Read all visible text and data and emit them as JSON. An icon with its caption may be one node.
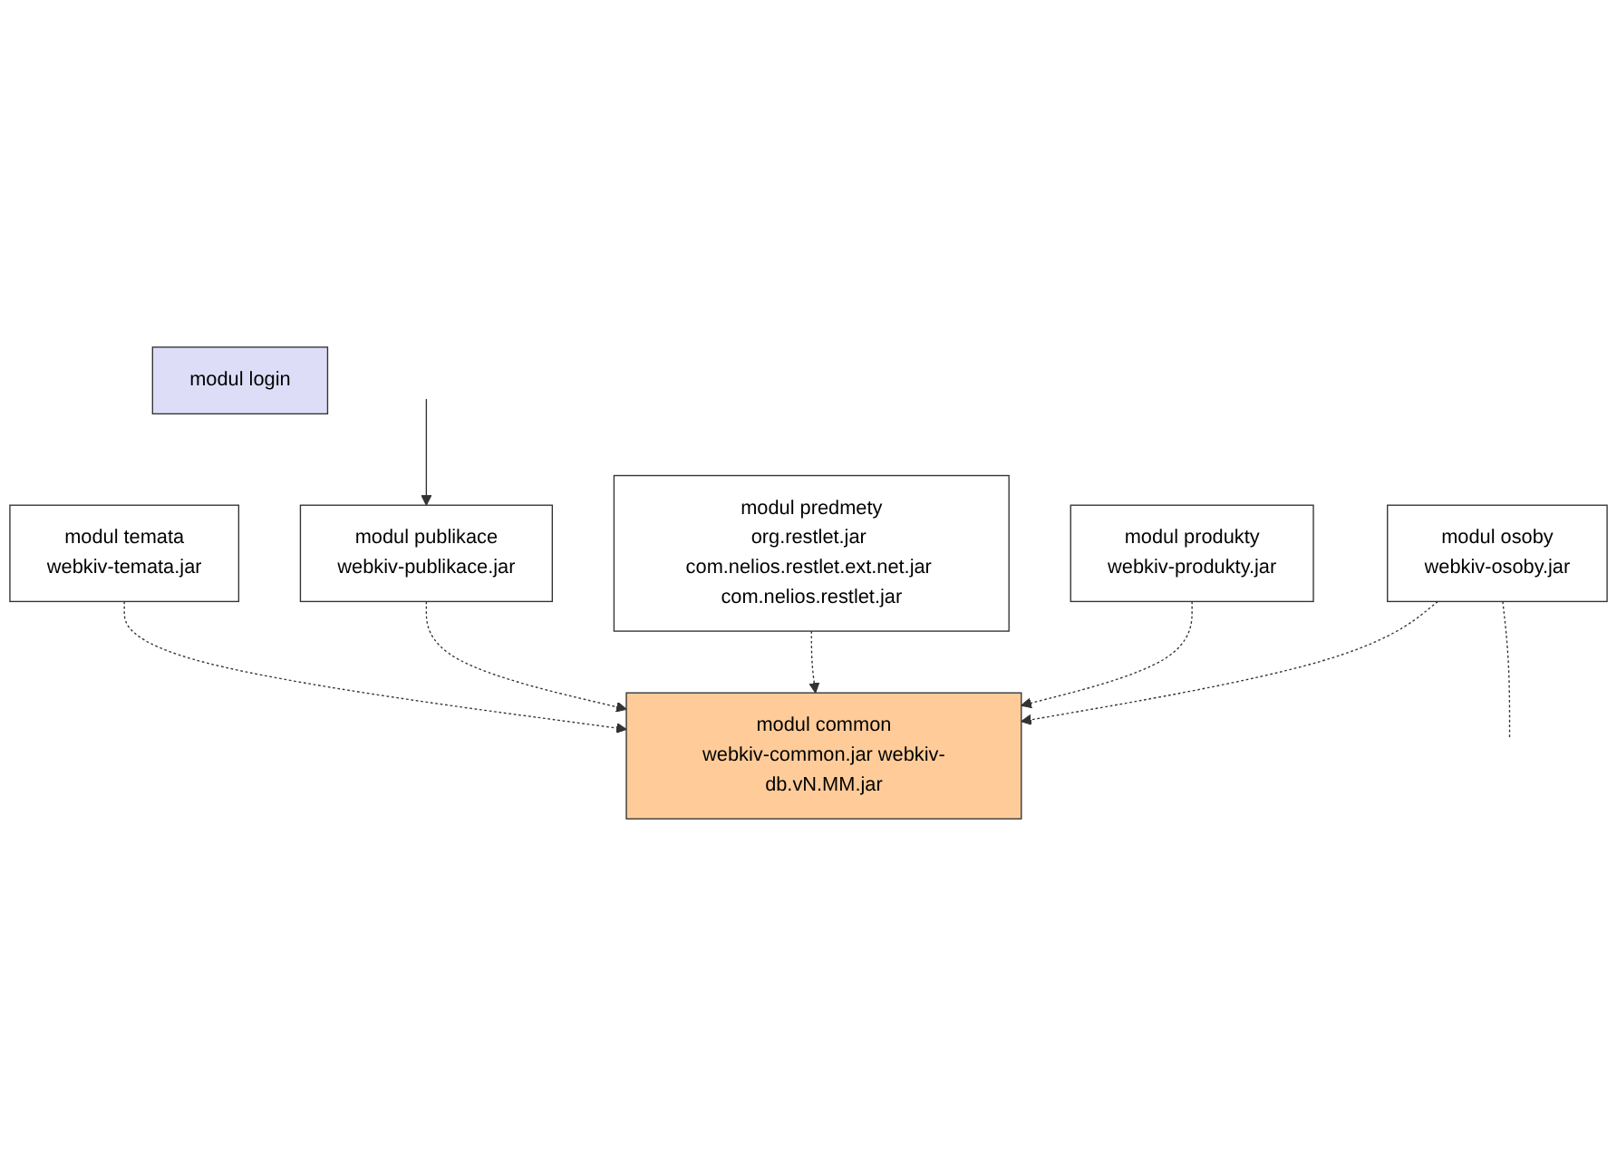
{
  "diagram": {
    "nodes": [
      {
        "text": [
          "modul temata",
          "webkiv-temata.jar"
        ]
      },
      {
        "text": [
          "modul publikace",
          "webkiv-publikace.jar"
        ]
      },
      {
        "text": [
          "modul predmety",
          "org.restlet.jar com.nelios.restlet.ext.net.jar com.nelios.restlet.jar"
        ]
      },
      {
        "text": [
          "modul common",
          "webkiv-common.jar webkiv-db.vN.MM.jar"
        ]
      },
      {
        "text": [
          "modul produkty",
          "webkiv-produkty.jar"
        ]
      },
      {
        "text": [
          "modul osoby",
          "webkiv-osoby.jar"
        ]
      },
      {
        "text": [
          "modul login"
        ]
      }
    ],
    "edges": [
      {
        "from": 0,
        "to": 3,
        "arrow": "to",
        "style": "dashed"
      },
      {
        "from": 1,
        "to": 3,
        "arrow": "to",
        "style": "dashed"
      },
      {
        "from": 2,
        "to": 3,
        "arrow": "to",
        "style": "dashed"
      },
      {
        "from": 4,
        "to": 3,
        "arrow": "to",
        "style": "dashed"
      },
      {
        "from": 5,
        "to": 3,
        "arrow": "to",
        "style": "dashed"
      },
      {
        "from": null,
        "to": 1,
        "arrow": "to"
      },
      {
        "from": 5,
        "to": null,
        "arrow": "none",
        "style": "dashed"
      }
    ]
  }
}
